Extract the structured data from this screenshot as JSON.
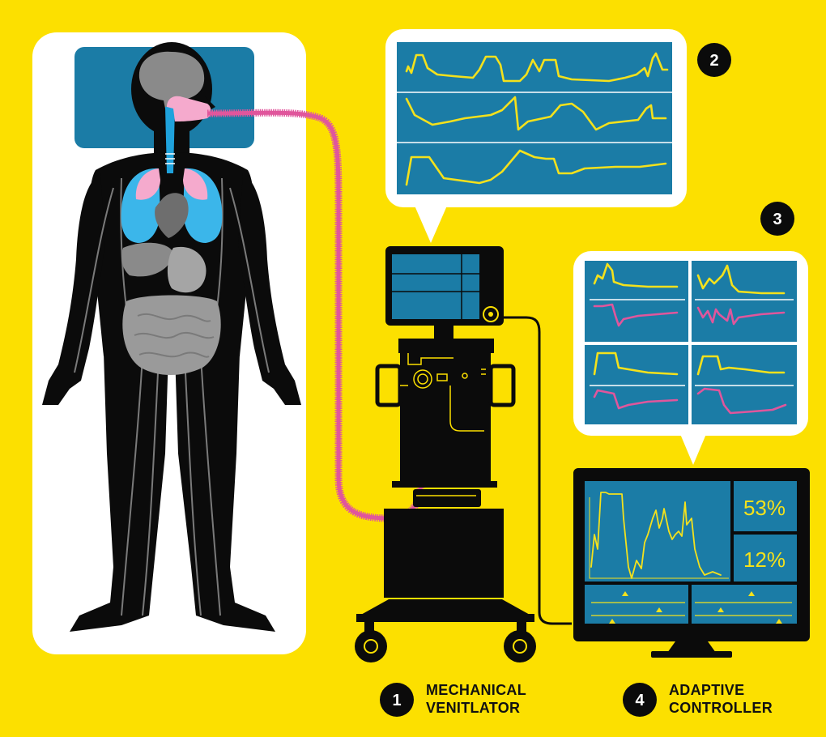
{
  "colors": {
    "background": "#fce000",
    "screen": "#1b7ca6",
    "trace": "#f4e11c",
    "trace_secondary": "#e0569c",
    "tube": "#e0569c",
    "device": "#0b0b0b"
  },
  "callouts": [
    {
      "number": "1",
      "label_line1": "MECHANICAL",
      "label_line2": "VENITLATOR"
    },
    {
      "number": "2"
    },
    {
      "number": "3"
    },
    {
      "number": "4",
      "label_line1": "ADAPTIVE",
      "label_line2": "CONTROLLER"
    }
  ],
  "controller": {
    "readout_top": "53%",
    "readout_bottom": "12%"
  },
  "icons": [
    "human-body-icon",
    "ventilator-icon",
    "monitor-icon",
    "breathing-tube-icon"
  ]
}
